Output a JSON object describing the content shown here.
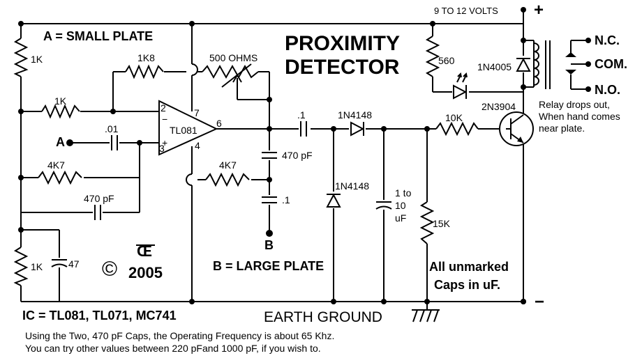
{
  "title": {
    "line1": "PROXIMITY",
    "line2": "DETECTOR"
  },
  "labels": {
    "supply": "9 TO 12 VOLTS",
    "plus": "+",
    "minus": "−",
    "small_plate": "A = SMALL PLATE",
    "large_plate": "B = LARGE PLATE",
    "a": "A",
    "b": "B",
    "copyright": "©",
    "year": "2005",
    "unmarked1": "All unmarked",
    "unmarked2": "Caps in uF.",
    "ic_list": "IC = TL081, TL071, MC741",
    "earth": "EARTH GROUND"
  },
  "pins": {
    "p2": "2",
    "p3": "3",
    "p4": "4",
    "p6": "6",
    "p7": "7"
  },
  "parts": {
    "r1k_top": "1K",
    "r1k8": "1K8",
    "pot": "500 OHMS",
    "r1k_input": "1K",
    "ic": "TL081",
    "c001": ".01",
    "r4k7_left": "4K7",
    "c470_left": "470 pF",
    "r4k7_right": "4K7",
    "c470_right": "470 pF",
    "c01_vert": ".1",
    "c01_coupling": ".1",
    "d_series": "1N4148",
    "d_shunt": "1N4148",
    "c_var1": "1 to",
    "c_var2": "10",
    "c_var3": "uF",
    "r15k": "15K",
    "r10k": "10K",
    "q": "2N3904",
    "r560": "560",
    "d_relay": "1N4005",
    "r1k_bottom": "1K",
    "c47": "47"
  },
  "relay": {
    "nc": "N.C.",
    "com": "COM.",
    "no": "N.O.",
    "note1": "Relay drops out,",
    "note2": "When hand comes",
    "note3": "near plate."
  },
  "notes": {
    "line1": "Using the Two, 470 pF Caps, the Operating Frequency is about 65 Khz.",
    "line2": "You can try other values between 220 pFand 1000 pF, if you wish to."
  }
}
